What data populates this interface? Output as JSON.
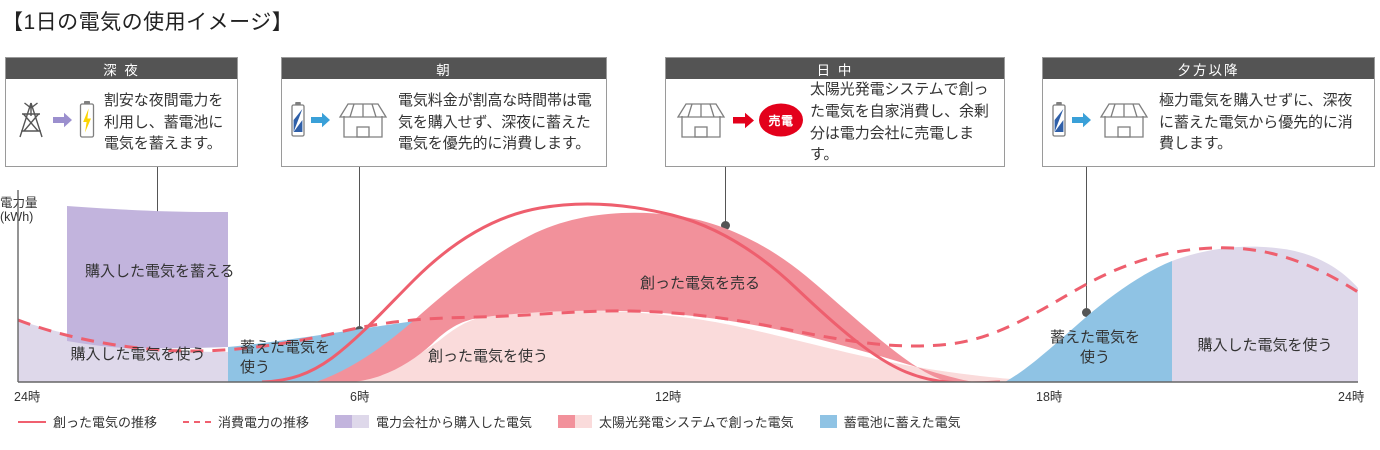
{
  "title": "【1日の電気の使用イメージ】",
  "callouts": [
    {
      "id": "late-night",
      "head": "深 夜",
      "text": "割安な夜間電力を利用し、蓄電池に電気を蓄えます。",
      "icons": [
        "pylon-icon",
        "arrow-right-purple-icon",
        "battery-charging-icon"
      ]
    },
    {
      "id": "morning",
      "head": "朝",
      "text": "電気料金が割高な時間帯は電気を購入せず、深夜に蓄えた電気を優先的に消費します。",
      "icons": [
        "battery-icon",
        "arrow-right-blue-icon",
        "house-solar-icon"
      ]
    },
    {
      "id": "daytime",
      "head": "日 中",
      "text": "太陽光発電システムで創った電気を自家消費し、余剰分は電力会社に売電します。",
      "icons": [
        "house-solar-icon",
        "arrow-right-red-icon",
        "sell-power-badge"
      ],
      "badge_label": "売電"
    },
    {
      "id": "evening",
      "head": "夕方以降",
      "text": "極力電気を購入せずに、深夜に蓄えた電気から優先的に消費します。",
      "icons": [
        "battery-icon",
        "arrow-right-blue-icon",
        "house-solar-icon"
      ]
    }
  ],
  "chart_data": {
    "type": "area",
    "title": "1日の電気の使用イメージ",
    "ylabel_line1": "電力量",
    "ylabel_line2": "(kWh)",
    "xlabel": "",
    "x_ticks": [
      "24時",
      "6時",
      "12時",
      "18時",
      "24時"
    ],
    "x_tick_hours": [
      0,
      6,
      12,
      18,
      24
    ],
    "xlim": [
      0,
      24
    ],
    "ylim": [
      0,
      1
    ],
    "grid": false,
    "legend_position": "bottom",
    "series": [
      {
        "name": "創った電気の推移",
        "style": "solid-line",
        "color": "#ee5f6e",
        "x": [
          0,
          1,
          2,
          3,
          4,
          5,
          6,
          7,
          8,
          9,
          10,
          11,
          12,
          13,
          14,
          15,
          16,
          17,
          18,
          19,
          20,
          21,
          22,
          23,
          24
        ],
        "values": [
          0,
          0,
          0,
          0,
          0,
          0.01,
          0.05,
          0.13,
          0.26,
          0.43,
          0.6,
          0.74,
          0.82,
          0.83,
          0.78,
          0.67,
          0.51,
          0.33,
          0.17,
          0.06,
          0.01,
          0,
          0,
          0,
          0
        ]
      },
      {
        "name": "消費電力の推移",
        "style": "dashed-line",
        "color": "#ee5f6e",
        "x": [
          0,
          1,
          2,
          3,
          4,
          5,
          6,
          7,
          8,
          9,
          10,
          11,
          12,
          13,
          14,
          15,
          16,
          17,
          18,
          19,
          20,
          21,
          22,
          23,
          24
        ],
        "values": [
          0.3,
          0.26,
          0.23,
          0.21,
          0.2,
          0.21,
          0.23,
          0.26,
          0.29,
          0.32,
          0.34,
          0.35,
          0.35,
          0.34,
          0.32,
          0.3,
          0.3,
          0.33,
          0.4,
          0.49,
          0.57,
          0.61,
          0.6,
          0.53,
          0.42
        ]
      }
    ],
    "regions": [
      {
        "name": "purchased-stored",
        "label": "購入した電気を蓄える",
        "color": "#c2b4dd",
        "hours": [
          1.1,
          5.0
        ]
      },
      {
        "name": "purchased-used",
        "label": "購入した電気を使う",
        "color": "#ded8ea",
        "hours": [
          0,
          5.4
        ]
      },
      {
        "name": "stored-used-morning",
        "label": "蓄えた電気を使う",
        "color": "#8fc3e4",
        "hours": [
          5.4,
          8.1
        ]
      },
      {
        "name": "generated-used",
        "label": "創った電気を使う",
        "color": "#fadbdb",
        "hours": [
          8.1,
          20.0
        ]
      },
      {
        "name": "generated-sold",
        "label": "創った電気を売る",
        "color": "#f2919b",
        "hours": [
          8.1,
          20.0
        ]
      },
      {
        "name": "stored-used-evening",
        "label": "蓄えた電気を使う",
        "color": "#8fc3e4",
        "hours": [
          17.2,
          21.0
        ]
      },
      {
        "name": "purchased-used-night",
        "label": "購入した電気を使う",
        "color": "#ded8ea",
        "hours": [
          21.0,
          24.0
        ]
      }
    ]
  },
  "legend": [
    {
      "label": "創った電気の推移",
      "type": "solid-line",
      "color": "#ee5f6e"
    },
    {
      "label": "消費電力の推移",
      "type": "dashed-line",
      "color": "#ee5f6e"
    },
    {
      "label": "電力会社から購入した電気",
      "type": "swatch2",
      "color1": "#c2b4dd",
      "color2": "#ded8ea"
    },
    {
      "label": "太陽光発電システムで創った電気",
      "type": "swatch2",
      "color1": "#f2919b",
      "color2": "#fadbdb"
    },
    {
      "label": "蓄電池に蓄えた電気",
      "type": "swatch1",
      "color1": "#8fc3e4"
    }
  ],
  "colors": {
    "line_red": "#ee5f6e",
    "purple_dark": "#c2b4dd",
    "purple_light": "#ded8ea",
    "blue": "#8fc3e4",
    "pink_dark": "#f2919b",
    "pink_light": "#fadbdb",
    "header_gray": "#545454",
    "badge_red": "#e3001b"
  }
}
